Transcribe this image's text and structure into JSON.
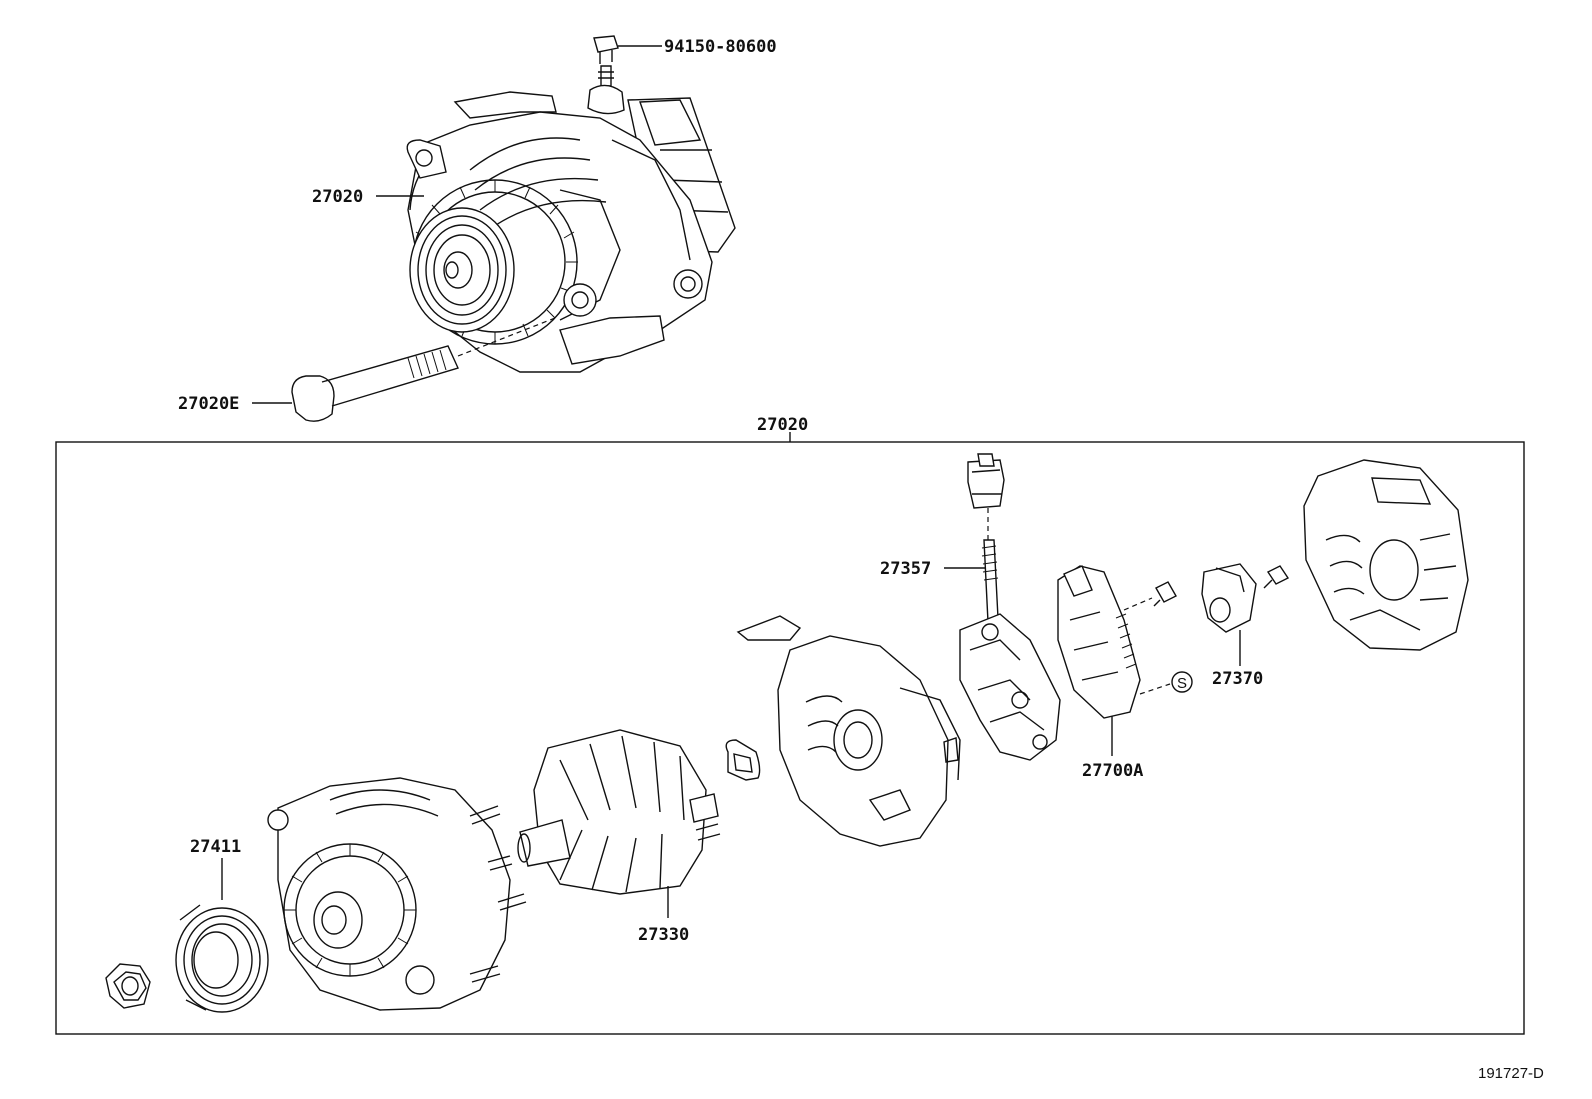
{
  "diagram": {
    "assembly_label": "27020",
    "reference_code": "191727-D",
    "callouts": {
      "p94150": "94150-80600",
      "p27020_top": "27020",
      "p27020E": "27020E",
      "p27357": "27357",
      "p27370": "27370",
      "p27700A": "27700A",
      "p27411": "27411",
      "p27330": "27330"
    },
    "symbols": {
      "s_mark": "S"
    }
  }
}
